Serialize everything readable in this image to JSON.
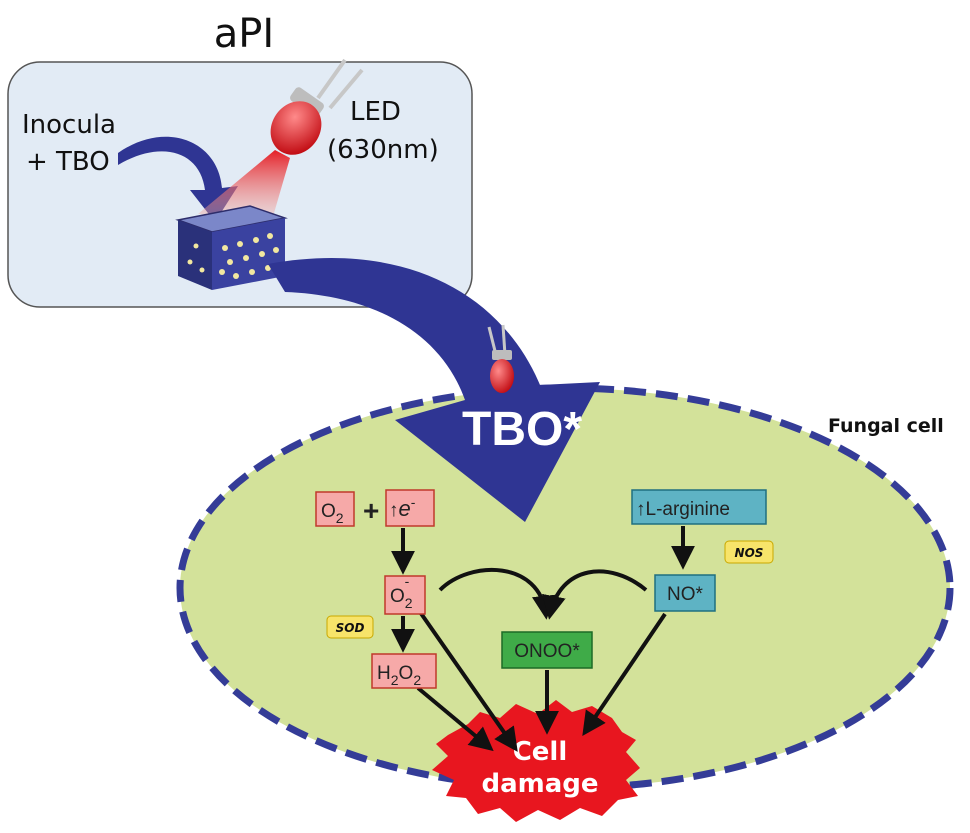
{
  "title": "aPI",
  "inset": {
    "inocula_line1": "Inocula",
    "inocula_line2": "+ TBO",
    "led_line1": "LED",
    "led_line2": "(630nm)"
  },
  "activated_label": "TBO*",
  "cell_label": "Fungal cell",
  "species": {
    "o2": {
      "base": "O",
      "sub": "2"
    },
    "plus": "+",
    "electron": {
      "arrow": "↑",
      "base": "e",
      "sup": "-"
    },
    "superoxide": {
      "base": "O",
      "sub": "2",
      "sup": "-"
    },
    "h2o2": {
      "a": "H",
      "sub1": "2",
      "b": "O",
      "sub2": "2"
    },
    "l_arginine": {
      "arrow": "↑",
      "name": "L-arginine"
    },
    "nitric_oxide": "NO*",
    "peroxynitrite": "ONOO*"
  },
  "enzymes": {
    "sod": "SOD",
    "nos": "NOS"
  },
  "outcome": {
    "line1": "Cell",
    "line2": "damage"
  },
  "colors": {
    "inset_fill": "#e2ebf5",
    "arrow_blue": "#2f3593",
    "cell_fill": "#d3e29a",
    "cell_border": "#343c97",
    "ros_box": "#f6a9a8",
    "rns_box": "#5eb3c4",
    "onoo_box": "#3fab48",
    "enzyme_tag": "#f7e46a",
    "damage_red": "#e8161f",
    "led_red": "#e5131b"
  }
}
